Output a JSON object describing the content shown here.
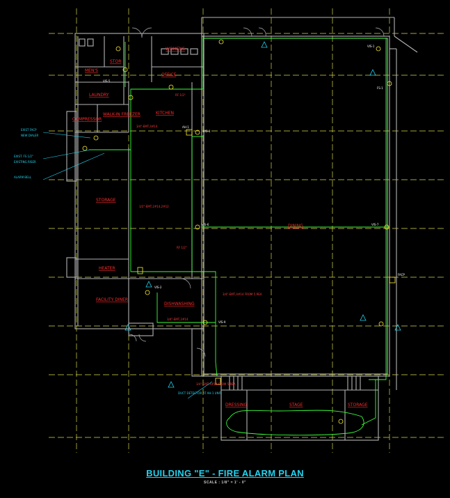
{
  "title": "BUILDING \"E\" - FIRE ALARM PLAN",
  "scale": "SCALE : 1/8\" = 1' - 0\"",
  "rooms": {
    "stor": "STOR",
    "womens": "WOMENS",
    "mens": "MEN'S",
    "office": "OFFICE",
    "laundry": "LAUNDRY",
    "walkin": "WALK-IN FREEZER",
    "compressor": "COMPRESSOR",
    "kitchen": "KITCHEN",
    "storage_left": "STORAGE",
    "heater": "HEATER",
    "facility": "FACILITY DINER",
    "dishwashing": "DISHWASHING",
    "dining": "DINING",
    "dressing": "DRESSING",
    "stage": "STAGE",
    "storage_stage": "STORAGE"
  },
  "tags": {
    "vis5": "VIS-5",
    "vis4": "VIS-4",
    "vis6": "VIS-6",
    "vis7": "VIS-7",
    "vis2": "VIS-2",
    "vis9": "VIS-9",
    "vis1": "VIS-1",
    "ah1": "AH-1",
    "fs1": "FS-1",
    "note1": "3/4\"-EMT,4#14",
    "note2": "1/2\"-EMT,2#14,2#12",
    "note3": "3/4\"-EMT,4#14 FROM 5 REA",
    "note4": "3/4\"-EMT,4#14 FROM 5 REA",
    "note5": "3/4\"-EMT,2#14",
    "rf1": "RF 1/2\"",
    "rf2": "RF 1/2\"",
    "panel_lbl": "FACP"
  },
  "callouts": {
    "c1": "EXIST FACP",
    "c2": "NEW DIALER",
    "c3": "EXIST. FS 1/2\"",
    "c4": "EXISTING RISER",
    "c5": "ALARM BELL",
    "c6": "DUCT DETECTOR AT AH-1 UNIT"
  },
  "colors": {
    "wall": "#b4b4b4",
    "grid": "#d9d94a",
    "circuit": "#39ff39",
    "label": "#ff2a2a",
    "callout": "#22d3ee",
    "device": "#ffee33"
  }
}
